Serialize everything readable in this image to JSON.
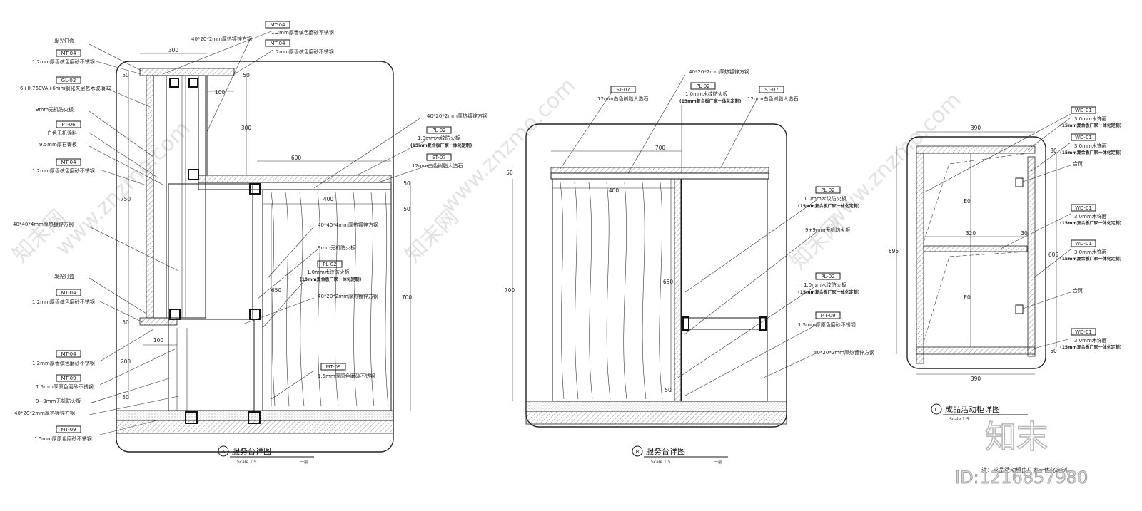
{
  "drawings": [
    {
      "id": "A",
      "title": "服务台详图",
      "scale": "Scale 1:5",
      "floor": "一层",
      "dimensions": [
        "300",
        "100",
        "50",
        "50",
        "300",
        "750",
        "600",
        "400",
        "50",
        "50",
        "650",
        "700",
        "100",
        "200",
        "50",
        "50"
      ],
      "left_labels": [
        {
          "text": "发光灯盒"
        },
        {
          "tag": "MT-04",
          "text": "1.2mm厚香槟色磨砂不锈钢"
        },
        {
          "tag": "GL-02",
          "text": "6+0.76EVA+6mm钢化夹层艺术玻璃02"
        },
        {
          "text": "9mm无机防火板"
        },
        {
          "tag": "PT-06",
          "text": "白色无机涂料"
        },
        {
          "text": "9.5mm厚石膏板"
        },
        {
          "tag": "MT-04",
          "text": "1.2mm厚香槟色磨砂不锈钢"
        },
        {
          "text": "40*40*4mm厚热镀锌方钢"
        },
        {
          "text": "发光灯盒"
        },
        {
          "tag": "MT-04",
          "text": "1.2mm厚香槟色磨砂不锈钢"
        },
        {
          "tag": "MT-04",
          "text": "1.2mm厚香槟色磨砂不锈钢"
        },
        {
          "tag": "MT-09",
          "text": "1.5mm厚原色磨砂不锈钢"
        },
        {
          "text": "9+9mm无机防火板"
        },
        {
          "text": "40*20*2mm厚热镀锌方钢"
        },
        {
          "tag": "MT-09",
          "text": "1.5mm厚原色磨砂不锈钢"
        }
      ],
      "top_labels": [
        {
          "tag": "MT-04",
          "text": "1.2mm厚香槟色磨砂不锈钢"
        },
        {
          "text": "40*20*2mm厚热镀锌方钢"
        },
        {
          "tag": "MT-04",
          "text": "1.2mm厚香槟色磨砂不锈钢"
        }
      ],
      "right_labels": [
        {
          "text": "40*20*2mm厚热镀锌方钢"
        },
        {
          "tag": "PL-02",
          "text": "1.0mm木纹防火板",
          "text2": "(15mm复合板厂家一体化定制)"
        },
        {
          "tag": "ST-07",
          "text": "12mm白色树脂人造石"
        }
      ],
      "inner_labels": [
        {
          "text": "40*40*4mm厚热镀锌方钢"
        },
        {
          "text": "9mm无机防火板"
        },
        {
          "tag": "PL-02",
          "text": "1.0mm木纹防火板",
          "text2": "(15mm复合板厂家一体化定制)"
        },
        {
          "text": "40*20*2mm厚热镀锌方钢"
        },
        {
          "tag": "MT-09",
          "text": "1.5mm厚原色磨砂不锈钢"
        }
      ]
    },
    {
      "id": "B",
      "title": "服务台详图",
      "scale": "Scale 1:5",
      "floor": "一层",
      "dimensions": [
        "700",
        "400",
        "50",
        "700",
        "650",
        "50"
      ],
      "top_labels": [
        {
          "text": "40*20*2mm厚热镀锌方钢"
        },
        {
          "tag": "ST-07",
          "text": "12mm白色树脂人造石"
        },
        {
          "tag": "PL-02",
          "text": "1.0mm木纹防火板",
          "text2": "(15mm复合板厂家一体化定制)"
        },
        {
          "tag": "ST-07",
          "text": "12mm白色树脂人造石"
        }
      ],
      "right_labels": [
        {
          "tag": "PL-02",
          "text": "1.0mm木纹防火板",
          "text2": "(15mm复合板厂家一体化定制)"
        },
        {
          "text": "9+9mm无机防火板"
        },
        {
          "tag": "PL-02",
          "text": "1.0mm木纹防火板",
          "text2": "(15mm复合板厂家一体化定制)"
        },
        {
          "tag": "MT-09",
          "text": "1.5mm厚原色磨砂不锈钢"
        },
        {
          "text": "40*20*2mm厚热镀锌方钢"
        }
      ]
    },
    {
      "id": "C",
      "title": "成品活动柜详图",
      "scale": "Scale 1:5",
      "dimensions": [
        "390",
        "30",
        "E0",
        "320",
        "30",
        "E0",
        "695",
        "605",
        "50",
        "390"
      ],
      "right_labels": [
        {
          "tag": "WD-01",
          "text": "3.0mm木饰面",
          "text2": "(15mm复合板厂家一体化定制)"
        },
        {
          "tag": "WD-01",
          "text": "3.0mm木饰面",
          "text2": "(15mm复合板厂家一体化定制)"
        },
        {
          "text": "合页"
        },
        {
          "tag": "WD-01",
          "text": "3.0mm木饰面",
          "text2": "(15mm复合板厂家一体化定制)"
        },
        {
          "tag": "WD-01",
          "text": "3.0mm木饰面",
          "text2": "(15mm复合板厂家一体化定制)"
        },
        {
          "text": "合页"
        },
        {
          "tag": "WD-01",
          "text": "3.0mm木饰面",
          "text2": "(15mm复合板厂家一体化定制)"
        }
      ]
    }
  ],
  "note": "注：成品活动柜由厂家一体化定制。",
  "watermark_text": "www.znzmo.com",
  "watermark_cn": "知末网",
  "logo": "知末",
  "id_text": "ID:1216857980"
}
